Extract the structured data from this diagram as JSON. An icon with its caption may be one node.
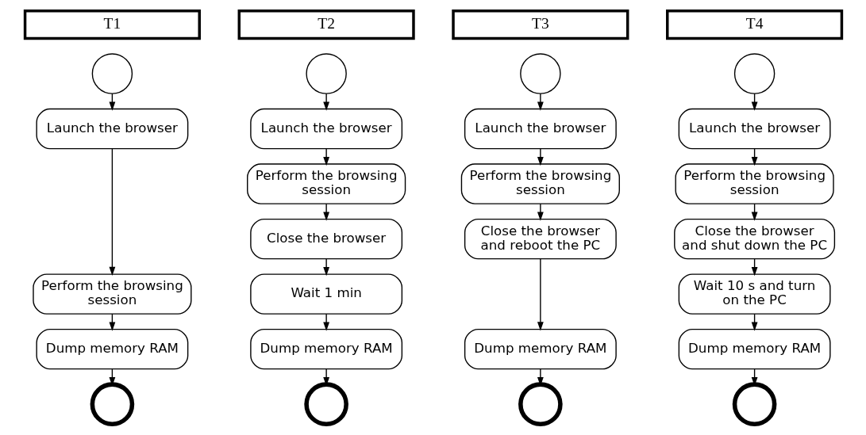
{
  "diagram": {
    "nodes": [
      {
        "text": [
          "T1"
        ]
      },
      {
        "text": [],
        "shape": "circle"
      },
      {
        "text": [
          "Launch the browser"
        ]
      },
      {
        "text": [
          "Perform the browsing session"
        ]
      },
      {
        "text": [
          "Dump memory RAM"
        ]
      },
      {
        "text": [],
        "shape": "circle"
      },
      {
        "text": [
          "T2"
        ]
      },
      {
        "text": [],
        "shape": "circle"
      },
      {
        "text": [
          "Launch the browser"
        ]
      },
      {
        "text": [
          "Perform the browsing session"
        ]
      },
      {
        "text": [
          "Close the browser"
        ]
      },
      {
        "text": [
          "Wait 1 min"
        ]
      },
      {
        "text": [
          "Dump memory RAM"
        ]
      },
      {
        "text": [],
        "shape": "circle"
      },
      {
        "text": [
          "T3"
        ]
      },
      {
        "text": [],
        "shape": "circle"
      },
      {
        "text": [
          "Launch the browser"
        ]
      },
      {
        "text": [
          "Perform the browsing session"
        ]
      },
      {
        "text": [
          "Close the browser and reboot the PC"
        ]
      },
      {
        "text": [
          "Dump memory RAM"
        ]
      },
      {
        "text": [],
        "shape": "circle"
      },
      {
        "text": [
          "T4"
        ]
      },
      {
        "text": [],
        "shape": "circle"
      },
      {
        "text": [
          "Launch the browser"
        ]
      },
      {
        "text": [
          "Perform the browsing session"
        ]
      },
      {
        "text": [
          "Close the browser and shut down the PC"
        ]
      },
      {
        "text": [
          "Wait 10 s and turn on the PC"
        ]
      },
      {
        "text": [
          "Dump memory RAM"
        ]
      },
      {
        "text": [],
        "shape": "circle"
      }
    ],
    "edges": [
      {
        "from": 1,
        "to": 2,
        "arrow": "to"
      },
      {
        "from": 2,
        "to": 3,
        "arrow": "to"
      },
      {
        "from": 3,
        "to": 4,
        "arrow": "to"
      },
      {
        "from": 4,
        "to": 5,
        "arrow": "to"
      },
      {
        "from": 7,
        "to": 8,
        "arrow": "to"
      },
      {
        "from": 8,
        "to": 9,
        "arrow": "to"
      },
      {
        "from": 9,
        "to": 10,
        "arrow": "to"
      },
      {
        "from": 10,
        "to": 11,
        "arrow": "to"
      },
      {
        "from": 11,
        "to": 12,
        "arrow": "to"
      },
      {
        "from": 12,
        "to": 13,
        "arrow": "to"
      },
      {
        "from": 15,
        "to": 16,
        "arrow": "to"
      },
      {
        "from": 16,
        "to": 17,
        "arrow": "to"
      },
      {
        "from": 17,
        "to": 18,
        "arrow": "to"
      },
      {
        "from": 18,
        "to": 19,
        "arrow": "to"
      },
      {
        "from": 19,
        "to": 20,
        "arrow": "to"
      },
      {
        "from": 22,
        "to": 23,
        "arrow": "to"
      },
      {
        "from": 23,
        "to": 24,
        "arrow": "to"
      },
      {
        "from": 24,
        "to": 25,
        "arrow": "to"
      },
      {
        "from": 25,
        "to": 26,
        "arrow": "to"
      },
      {
        "from": 26,
        "to": 27,
        "arrow": "to"
      },
      {
        "from": 27,
        "to": 28,
        "arrow": "to"
      }
    ]
  }
}
